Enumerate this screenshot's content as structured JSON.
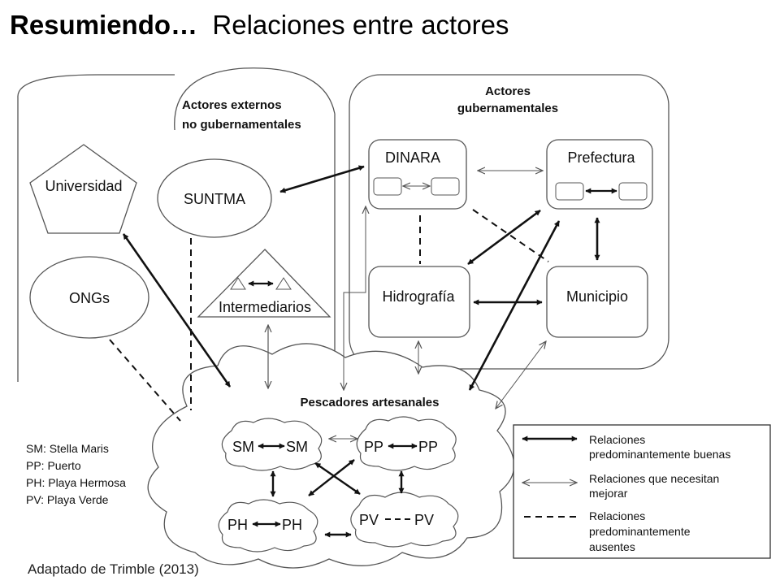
{
  "title": {
    "bold": "Resumiendo…",
    "rest": "Relaciones entre actores"
  },
  "credit": "Adaptado de Trimble (2013)",
  "groups": {
    "external": [
      "Actores externos",
      "no gubernamentales"
    ],
    "government": [
      "Actores",
      "gubernamentales"
    ],
    "fishers": "Pescadores artesanales"
  },
  "actors": {
    "universidad": "Universidad",
    "suntma": "SUNTMA",
    "ongs": "ONGs",
    "intermediarios": "Intermediarios",
    "dinara": "DINARA",
    "prefectura": "Prefectura",
    "hidrografia": "Hidrografía",
    "municipio": "Municipio"
  },
  "communities": {
    "sm": "SM",
    "pp": "PP",
    "ph": "PH",
    "pv": "PV"
  },
  "abbreviations": [
    "SM: Stella Maris",
    "PP: Puerto",
    "PH: Playa Hermosa",
    "PV: Playa Verde"
  ],
  "legend": {
    "good": [
      "Relaciones",
      "predominantemente  buenas"
    ],
    "improve": [
      "Relaciones que necesitan",
      "mejorar"
    ],
    "absent": [
      "Relaciones",
      "predominantemente",
      "ausentes"
    ]
  }
}
